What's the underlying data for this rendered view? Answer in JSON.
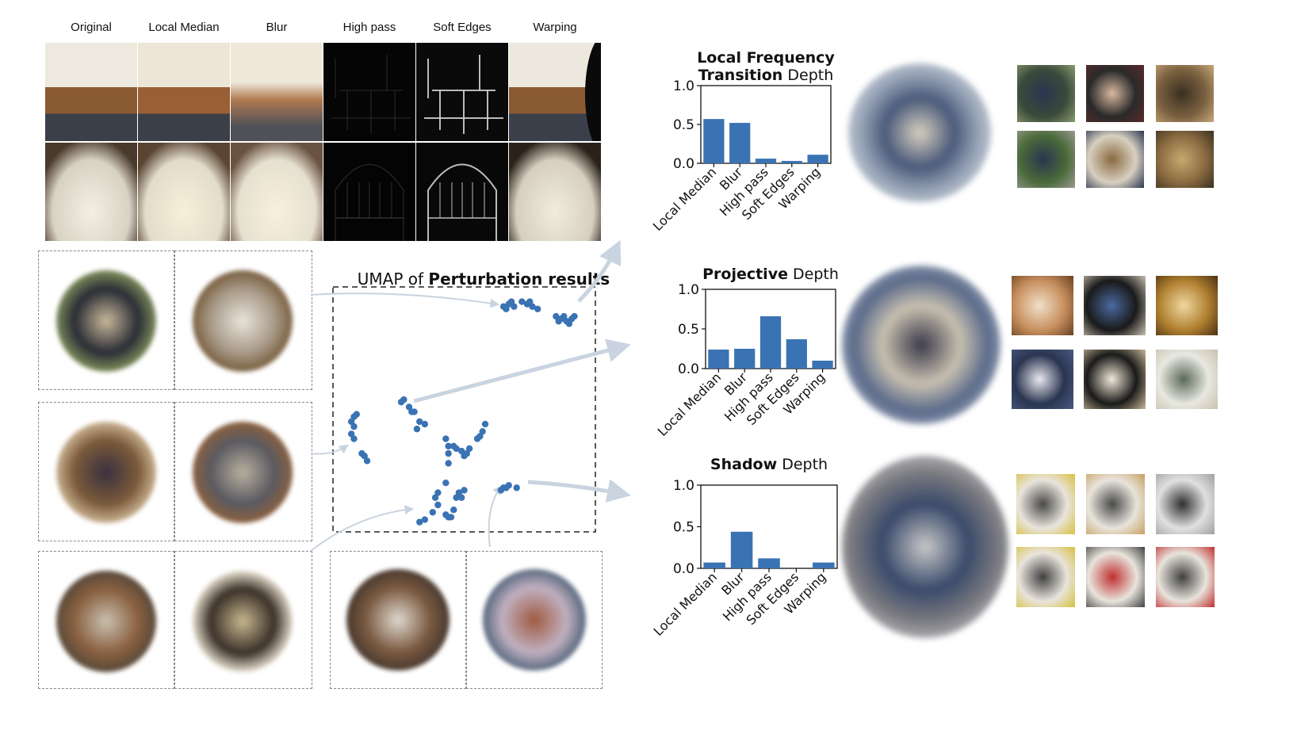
{
  "perturbation_grid": {
    "columns": [
      "Original",
      "Local Median",
      "Blur",
      "High pass",
      "Soft Edges",
      "Warping"
    ],
    "rows": [
      {
        "name": "dining-room",
        "thumbs": [
          {
            "style": "photo",
            "c1": "#ede9df",
            "c2": "#8a5a33",
            "c3": "#3a3f4a"
          },
          {
            "style": "photo",
            "c1": "#ede6d6",
            "c2": "#9a5f35",
            "c3": "#3b3f48"
          },
          {
            "style": "blur",
            "c1": "#efe8da",
            "c2": "#b07a50",
            "c3": "#505058"
          },
          {
            "style": "edges-faint",
            "c1": "#050505",
            "c2": "#555555",
            "c3": "#0a0a0a"
          },
          {
            "style": "edges",
            "c1": "#0a0a0a",
            "c2": "#cfcfcf",
            "c3": "#101010"
          },
          {
            "style": "warp",
            "c1": "#ece8de",
            "c2": "#8a5a33",
            "c3": "#3a3f4a"
          }
        ]
      },
      {
        "name": "cathedral",
        "thumbs": [
          {
            "style": "arch",
            "c1": "#4a3a2c",
            "c2": "#f3efe2",
            "c3": "#d8d2c4"
          },
          {
            "style": "arch",
            "c1": "#5a4533",
            "c2": "#f6efd8",
            "c3": "#e3dccb"
          },
          {
            "style": "archblur",
            "c1": "#6a5240",
            "c2": "#f7f0dc",
            "c3": "#e6e0d0"
          },
          {
            "style": "edges-faint",
            "c1": "#040404",
            "c2": "#666666",
            "c3": "#080808"
          },
          {
            "style": "edges",
            "c1": "#080808",
            "c2": "#d0d0d0",
            "c3": "#0c0c0c"
          },
          {
            "style": "arch",
            "c1": "#2a221a",
            "c2": "#f1ecdd",
            "c3": "#d6cfbf"
          }
        ]
      }
    ]
  },
  "umap": {
    "title_prefix": "UMAP of ",
    "title_bold": "Perturbation results",
    "point_color": "#3a73b3",
    "arrow_color": "#c9d4e0",
    "points": [
      [
        0.65,
        0.08
      ],
      [
        0.67,
        0.07
      ],
      [
        0.66,
        0.09
      ],
      [
        0.68,
        0.06
      ],
      [
        0.69,
        0.08
      ],
      [
        0.72,
        0.06
      ],
      [
        0.74,
        0.07
      ],
      [
        0.75,
        0.06
      ],
      [
        0.76,
        0.08
      ],
      [
        0.78,
        0.09
      ],
      [
        0.85,
        0.12
      ],
      [
        0.87,
        0.13
      ],
      [
        0.88,
        0.12
      ],
      [
        0.89,
        0.14
      ],
      [
        0.91,
        0.13
      ],
      [
        0.92,
        0.12
      ],
      [
        0.9,
        0.15
      ],
      [
        0.86,
        0.14
      ],
      [
        0.26,
        0.47
      ],
      [
        0.27,
        0.46
      ],
      [
        0.29,
        0.49
      ],
      [
        0.3,
        0.51
      ],
      [
        0.31,
        0.51
      ],
      [
        0.33,
        0.55
      ],
      [
        0.35,
        0.56
      ],
      [
        0.32,
        0.58
      ],
      [
        0.08,
        0.53
      ],
      [
        0.09,
        0.52
      ],
      [
        0.07,
        0.55
      ],
      [
        0.08,
        0.57
      ],
      [
        0.07,
        0.6
      ],
      [
        0.08,
        0.62
      ],
      [
        0.11,
        0.68
      ],
      [
        0.12,
        0.69
      ],
      [
        0.13,
        0.71
      ],
      [
        0.43,
        0.62
      ],
      [
        0.44,
        0.65
      ],
      [
        0.46,
        0.65
      ],
      [
        0.47,
        0.66
      ],
      [
        0.49,
        0.67
      ],
      [
        0.51,
        0.68
      ],
      [
        0.52,
        0.66
      ],
      [
        0.5,
        0.69
      ],
      [
        0.44,
        0.68
      ],
      [
        0.44,
        0.72
      ],
      [
        0.55,
        0.62
      ],
      [
        0.56,
        0.61
      ],
      [
        0.57,
        0.59
      ],
      [
        0.58,
        0.56
      ],
      [
        0.43,
        0.8
      ],
      [
        0.4,
        0.84
      ],
      [
        0.39,
        0.86
      ],
      [
        0.4,
        0.89
      ],
      [
        0.38,
        0.92
      ],
      [
        0.33,
        0.96
      ],
      [
        0.35,
        0.95
      ],
      [
        0.43,
        0.93
      ],
      [
        0.44,
        0.94
      ],
      [
        0.45,
        0.94
      ],
      [
        0.46,
        0.91
      ],
      [
        0.47,
        0.86
      ],
      [
        0.48,
        0.84
      ],
      [
        0.5,
        0.83
      ],
      [
        0.49,
        0.86
      ],
      [
        0.64,
        0.83
      ],
      [
        0.65,
        0.82
      ],
      [
        0.66,
        0.82
      ],
      [
        0.67,
        0.81
      ],
      [
        0.7,
        0.82
      ]
    ]
  },
  "feature_vis_tiles": {
    "left_rows": [
      [
        {
          "c1": "#2a2d35",
          "c2": "#c8b89a",
          "c3": "#7b8a5a"
        },
        {
          "c1": "#a89a88",
          "c2": "#e8e4dc",
          "c3": "#7a6040"
        }
      ],
      [
        {
          "c1": "#7a5a3a",
          "c2": "#3a3040",
          "c3": "#c8b090"
        },
        {
          "c1": "#5a5a60",
          "c2": "#b8b0a0",
          "c3": "#8a6040"
        }
      ],
      [
        {
          "c1": "#8a6040",
          "c2": "#c8c0b0",
          "c3": "#5a4a3a"
        },
        {
          "c1": "#3a3028",
          "c2": "#c8b890",
          "c3": "#e0d8c8"
        }
      ]
    ],
    "bottom_pair": [
      {
        "c1": "#7a5a40",
        "c2": "#e0d8d0",
        "c3": "#4a3a30"
      },
      {
        "c1": "#c0b0c0",
        "c2": "#a05a40",
        "c3": "#5a6a80"
      }
    ]
  },
  "chart_data": [
    {
      "type": "bar",
      "title_bold": "Local Frequency Transition",
      "title_rest": " Depth",
      "title_lines": [
        "Local Frequency",
        "Transition"
      ],
      "categories": [
        "Local Median",
        "Blur",
        "High pass",
        "Soft Edges",
        "Warping"
      ],
      "values": [
        0.57,
        0.52,
        0.06,
        0.03,
        0.11
      ],
      "yticks": [
        "0.0",
        "0.5",
        "1.0"
      ],
      "ylim": [
        0,
        1.0
      ],
      "color": "#3a73b3",
      "xlabel": "",
      "ylabel": ""
    },
    {
      "type": "bar",
      "title_bold": "Projective",
      "title_rest": " Depth",
      "categories": [
        "Local Median",
        "Blur",
        "High pass",
        "Soft Edges",
        "Warping"
      ],
      "values": [
        0.24,
        0.25,
        0.66,
        0.37,
        0.1
      ],
      "yticks": [
        "0.0",
        "0.5",
        "1.0"
      ],
      "ylim": [
        0,
        1.0
      ],
      "color": "#3a73b3",
      "xlabel": "",
      "ylabel": ""
    },
    {
      "type": "bar",
      "title_bold": "Shadow",
      "title_rest": " Depth",
      "categories": [
        "Local Median",
        "Blur",
        "High pass",
        "Soft Edges",
        "Warping"
      ],
      "values": [
        0.07,
        0.44,
        0.12,
        0.0,
        0.07
      ],
      "yticks": [
        "0.0",
        "0.5",
        "1.0"
      ],
      "ylim": [
        0,
        1.0
      ],
      "color": "#3a73b3",
      "xlabel": "",
      "ylabel": ""
    }
  ],
  "neuron_visualizations": [
    {
      "name": "frequency-transition-vis",
      "c1": "#9aa6b8",
      "c2": "#4a5a7a",
      "c3": "#d8d0c0"
    },
    {
      "name": "projective-vis",
      "c1": "#5a6a8a",
      "c2": "#c8c0b0",
      "c3": "#3a3a4a"
    },
    {
      "name": "shadow-vis",
      "c1": "#7a7a80",
      "c2": "#3a4a6a",
      "c3": "#c8c8c8"
    }
  ],
  "dataset_examples": [
    [
      {
        "c1": "#3a4a3a",
        "c2": "#2a3550",
        "c3": "#8a9a70"
      },
      {
        "c1": "#2a2a2a",
        "c2": "#d8b8a0",
        "c3": "#5a2a2a"
      },
      {
        "c1": "#7a6040",
        "c2": "#3a3020",
        "c3": "#c8a878"
      },
      {
        "c1": "#4a6a3a",
        "c2": "#2a3550",
        "c3": "#9a9a90"
      },
      {
        "c1": "#d8cfc0",
        "c2": "#8a6a40",
        "c3": "#2a3550"
      },
      {
        "c1": "#8a6a40",
        "c2": "#c8a870",
        "c3": "#3a3020"
      }
    ],
    [
      {
        "c1": "#c89060",
        "c2": "#f0e0c8",
        "c3": "#6a4020"
      },
      {
        "c1": "#1a1a1a",
        "c2": "#4a6aa0",
        "c3": "#c8c0b0"
      },
      {
        "c1": "#b08030",
        "c2": "#f0d8a0",
        "c3": "#4a3010"
      },
      {
        "c1": "#2a3550",
        "c2": "#e8e8f0",
        "c3": "#4a5a80"
      },
      {
        "c1": "#1a1a1a",
        "c2": "#f0e8d8",
        "c3": "#c8b898"
      },
      {
        "c1": "#e8e8e0",
        "c2": "#5a6a5a",
        "c3": "#c8c0b0"
      }
    ],
    [
      {
        "c1": "#e8e4dc",
        "c2": "#4a4a4a",
        "c3": "#d8c040"
      },
      {
        "c1": "#e8e4dc",
        "c2": "#4a4a4a",
        "c3": "#c8a060"
      },
      {
        "c1": "#e0e0e0",
        "c2": "#303030",
        "c3": "#a0a0a0"
      },
      {
        "c1": "#e8e4dc",
        "c2": "#404040",
        "c3": "#d8c040"
      },
      {
        "c1": "#e8e4dc",
        "c2": "#c03030",
        "c3": "#404040"
      },
      {
        "c1": "#e8e4dc",
        "c2": "#404040",
        "c3": "#c03030"
      }
    ]
  ]
}
